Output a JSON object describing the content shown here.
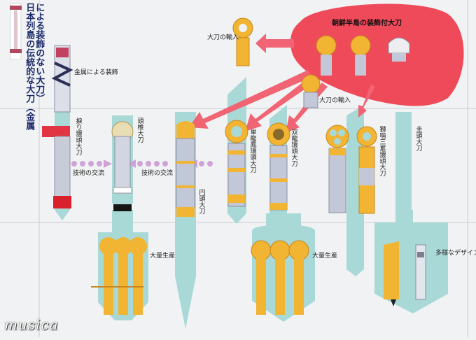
{
  "title_vertical_line1": "日本列島の伝統的な大刀（金属",
  "title_vertical_line2": "による装飾のない大刀）",
  "korea_title": "朝鮮半島の装飾付大刀",
  "labels": {
    "import_top": "大刀の輸入",
    "import_mid": "大刀の輸入",
    "metal_decoration": "金属による装飾",
    "exchange_left": "技術の交流",
    "exchange_right": "技術の交流",
    "mass_production_left": "大量生産",
    "mass_production_right": "大量生産",
    "various_designs": "多様なデザイン"
  },
  "sword_labels": {
    "neji": "捩り環頭大刀",
    "kabutsuchi": "頭椎大刀",
    "entou": "円頭大刀",
    "ryuhou": "単龍鳳環頭大刀",
    "souryu": "双龍環頭大刀",
    "shishi": "獅噛三累環頭大刀",
    "kiku": "圭頭大刀"
  },
  "signature": "musica",
  "colors": {
    "korea_blob": "#ef4a5a",
    "arrow_red": "#f06474",
    "teal_path": "#a9d9d7",
    "gold": "#f2b433",
    "gold_dark": "#c9871d",
    "silver": "#c3c8d8",
    "exchange_dots": "#cfa3d8"
  }
}
